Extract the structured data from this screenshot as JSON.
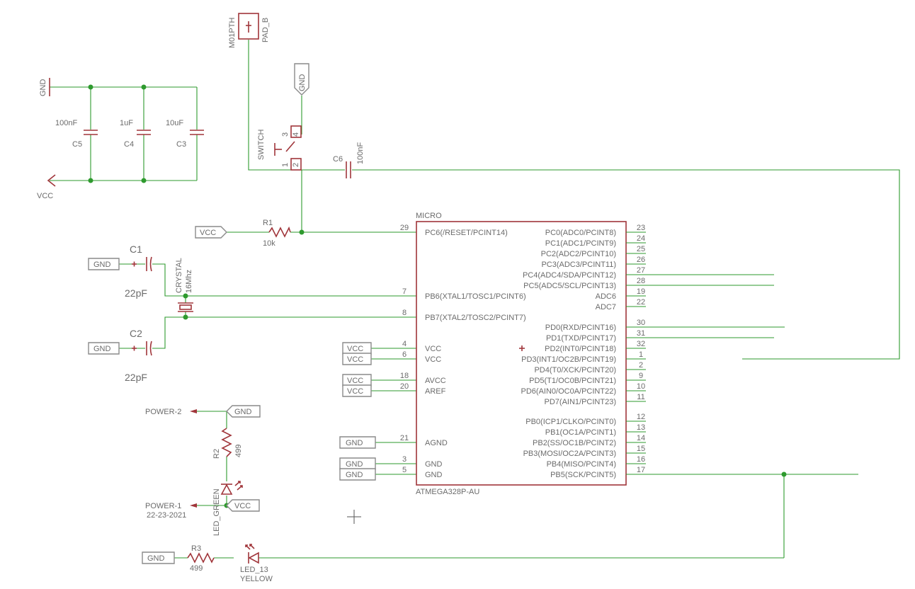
{
  "colors": {
    "wire": "#2e9a2e",
    "symbol": "#a0353a",
    "text": "#6b6b6b",
    "background": "#ffffff"
  },
  "connector": {
    "name": "M01PTH",
    "value": "PAD_B"
  },
  "decoupling": {
    "gnd_label": "GND",
    "vcc_label": "VCC",
    "caps": [
      {
        "name": "C5",
        "value": "100nF"
      },
      {
        "name": "C4",
        "value": "1uF"
      },
      {
        "name": "C3",
        "value": "10uF"
      }
    ]
  },
  "reset_switch": {
    "name": "SWITCH",
    "gnd_label": "GND",
    "pins": [
      "3",
      "4",
      "1",
      "2"
    ]
  },
  "c6": {
    "name": "C6",
    "value": "100nF"
  },
  "r1": {
    "name": "R1",
    "value": "10k",
    "vcc_label": "VCC"
  },
  "crystal": {
    "name": "CRYSTAL",
    "value": "16Mhz"
  },
  "c1": {
    "name": "C1",
    "value": "22pF",
    "gnd_label": "GND"
  },
  "c2": {
    "name": "C2",
    "value": "22pF",
    "gnd_label": "GND"
  },
  "mcu": {
    "name": "MICRO",
    "value": "ATMEGA328P-AU",
    "left_pins": [
      {
        "num": "29",
        "label": "PC6(/RESET/PCINT14)"
      },
      {
        "num": "7",
        "label": "PB6(XTAL1/TOSC1/PCINT6)"
      },
      {
        "num": "8",
        "label": "PB7(XTAL2/TOSC2/PCINT7)"
      },
      {
        "num": "4",
        "label": "VCC"
      },
      {
        "num": "6",
        "label": "VCC"
      },
      {
        "num": "18",
        "label": "AVCC"
      },
      {
        "num": "20",
        "label": "AREF"
      },
      {
        "num": "21",
        "label": "AGND"
      },
      {
        "num": "3",
        "label": "GND"
      },
      {
        "num": "5",
        "label": "GND"
      }
    ],
    "right_pins": [
      {
        "num": "23",
        "label": "PC0(ADC0/PCINT8)"
      },
      {
        "num": "24",
        "label": "PC1(ADC1/PCINT9)"
      },
      {
        "num": "25",
        "label": "PC2(ADC2/PCINT10)"
      },
      {
        "num": "26",
        "label": "PC3(ADC3/PCINT11)"
      },
      {
        "num": "27",
        "label": "PC4(ADC4/SDA/PCINT12)"
      },
      {
        "num": "28",
        "label": "PC5(ADC5/SCL/PCINT13)"
      },
      {
        "num": "19",
        "label": "ADC6"
      },
      {
        "num": "22",
        "label": "ADC7"
      },
      {
        "num": "30",
        "label": "PD0(RXD/PCINT16)"
      },
      {
        "num": "31",
        "label": "PD1(TXD/PCINT17)"
      },
      {
        "num": "32",
        "label": "PD2(INT0/PCINT18)"
      },
      {
        "num": "1",
        "label": "PD3(INT1/OC2B/PCINT19)"
      },
      {
        "num": "2",
        "label": "PD4(T0/XCK/PCINT20)"
      },
      {
        "num": "9",
        "label": "PD5(T1/OC0B/PCINT21)"
      },
      {
        "num": "10",
        "label": "PD6(AIN0/OC0A/PCINT22)"
      },
      {
        "num": "11",
        "label": "PD7(AIN1/PCINT23)"
      },
      {
        "num": "12",
        "label": "PB0(ICP1/CLKO/PCINT0)"
      },
      {
        "num": "13",
        "label": "PB1(OC1A/PCINT1)"
      },
      {
        "num": "14",
        "label": "PB2(SS/OC1B/PCINT2)"
      },
      {
        "num": "15",
        "label": "PB3(MOSI/OC2A/PCINT3)"
      },
      {
        "num": "16",
        "label": "PB4(MISO/PCINT4)"
      },
      {
        "num": "17",
        "label": "PB5(SCK/PCINT5)"
      }
    ],
    "port_labels": {
      "vcc": "VCC",
      "gnd": "GND"
    }
  },
  "power_section": {
    "power2": "POWER-2",
    "power1": "POWER-1",
    "date": "22-23-2021",
    "gnd_label": "GND",
    "vcc_label": "VCC",
    "r2": {
      "name": "R2",
      "value": "499"
    },
    "led": {
      "name": "LED_GREEN"
    }
  },
  "led13_section": {
    "gnd_label": "GND",
    "r3": {
      "name": "R3",
      "value": "499"
    },
    "led": {
      "name": "LED_13",
      "value": "YELLOW"
    }
  }
}
